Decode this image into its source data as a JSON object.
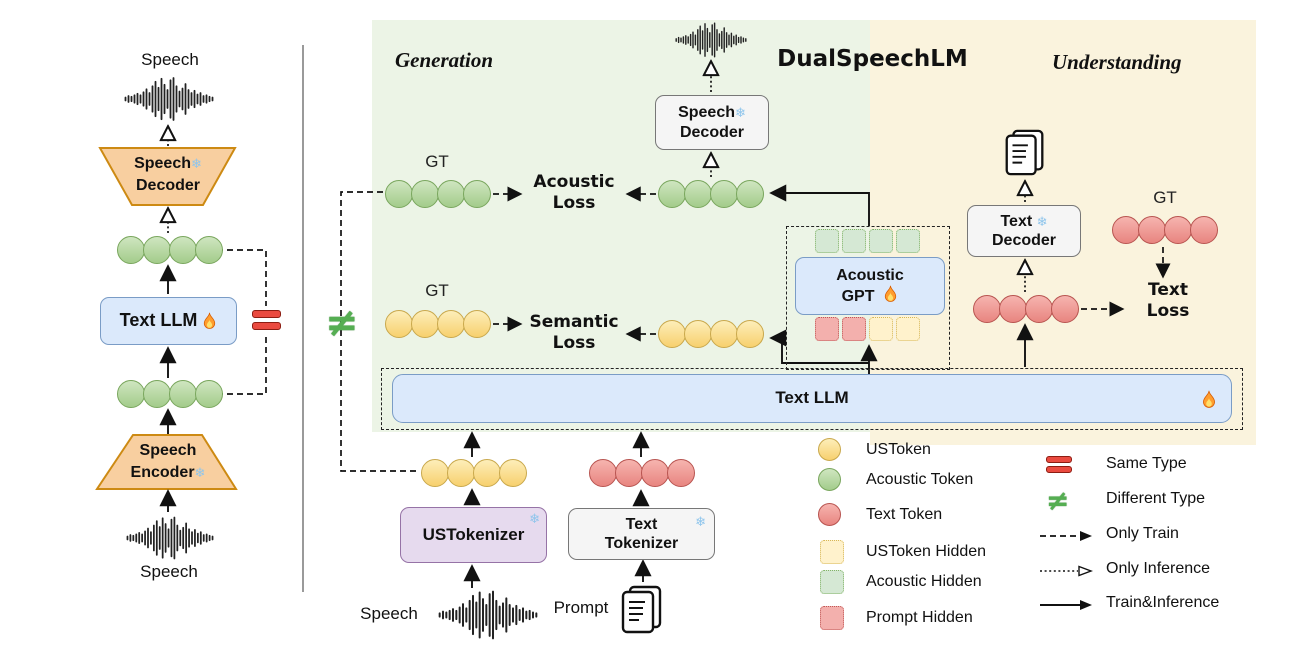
{
  "titles": {
    "generation": "Generation",
    "model": "DualSpeechLM",
    "understanding": "Understanding"
  },
  "left_panel": {
    "speech_top": "Speech",
    "speech_bottom": "Speech",
    "speech_decoder": {
      "line1": "Speech",
      "line2": "Decoder"
    },
    "text_llm": "Text LLM",
    "speech_encoder": {
      "line1": "Speech",
      "line2": "Encoder"
    }
  },
  "generation": {
    "speech_decoder": {
      "line1": "Speech",
      "line2": "Decoder"
    },
    "gt_acoustic": "GT",
    "acoustic_loss": {
      "line1": "Acoustic",
      "line2": "Loss"
    },
    "gt_semantic": "GT",
    "semantic_loss": {
      "line1": "Semantic",
      "line2": "Loss"
    }
  },
  "acoustic_gpt": {
    "line1": "Acoustic",
    "line2": "GPT"
  },
  "understanding": {
    "text_decoder": {
      "line1": "Text",
      "line2": "Decoder"
    },
    "gt": "GT",
    "text_loss": {
      "line1": "Text",
      "line2": "Loss"
    }
  },
  "text_llm_bar": {
    "label": "Text LLM"
  },
  "inputs": {
    "ustokenizer": "USTokenizer",
    "text_tokenizer": {
      "line1": "Text",
      "line2": "Tokenizer"
    },
    "speech_label": "Speech",
    "prompt_label": "Prompt"
  },
  "legend": {
    "tokens": [
      {
        "label": "USToken",
        "type": "circle-yellow"
      },
      {
        "label": "Acoustic Token",
        "type": "circle-green"
      },
      {
        "label": "Text Token",
        "type": "circle-red"
      },
      {
        "label": "USToken Hidden",
        "type": "square-yellow"
      },
      {
        "label": "Acoustic Hidden",
        "type": "square-green"
      },
      {
        "label": "Prompt Hidden",
        "type": "square-red"
      }
    ],
    "relations": [
      {
        "label": "Same Type",
        "type": "equals"
      },
      {
        "label": "Different Type",
        "type": "not-equals"
      },
      {
        "label": "Only Train",
        "type": "dashed-arrow"
      },
      {
        "label": "Only Inference",
        "type": "dotted-arrow"
      },
      {
        "label": "Train&Inference",
        "type": "solid-arrow"
      }
    ]
  },
  "icons": {
    "snowflake": "❄",
    "not_equals": "≠"
  },
  "colors": {
    "generation_bg": "#ecf4e6",
    "understanding_bg": "#faf3dd",
    "acoustic_token": "#a3cc8b",
    "ustoken": "#f7d06e",
    "text_token": "#e88580",
    "blue_box": "#dbe9fb",
    "orange_box": "#f8cfa0",
    "purple_box": "#e6daee",
    "equals_red": "#ea4a3f",
    "neq_green": "#55ae52"
  }
}
